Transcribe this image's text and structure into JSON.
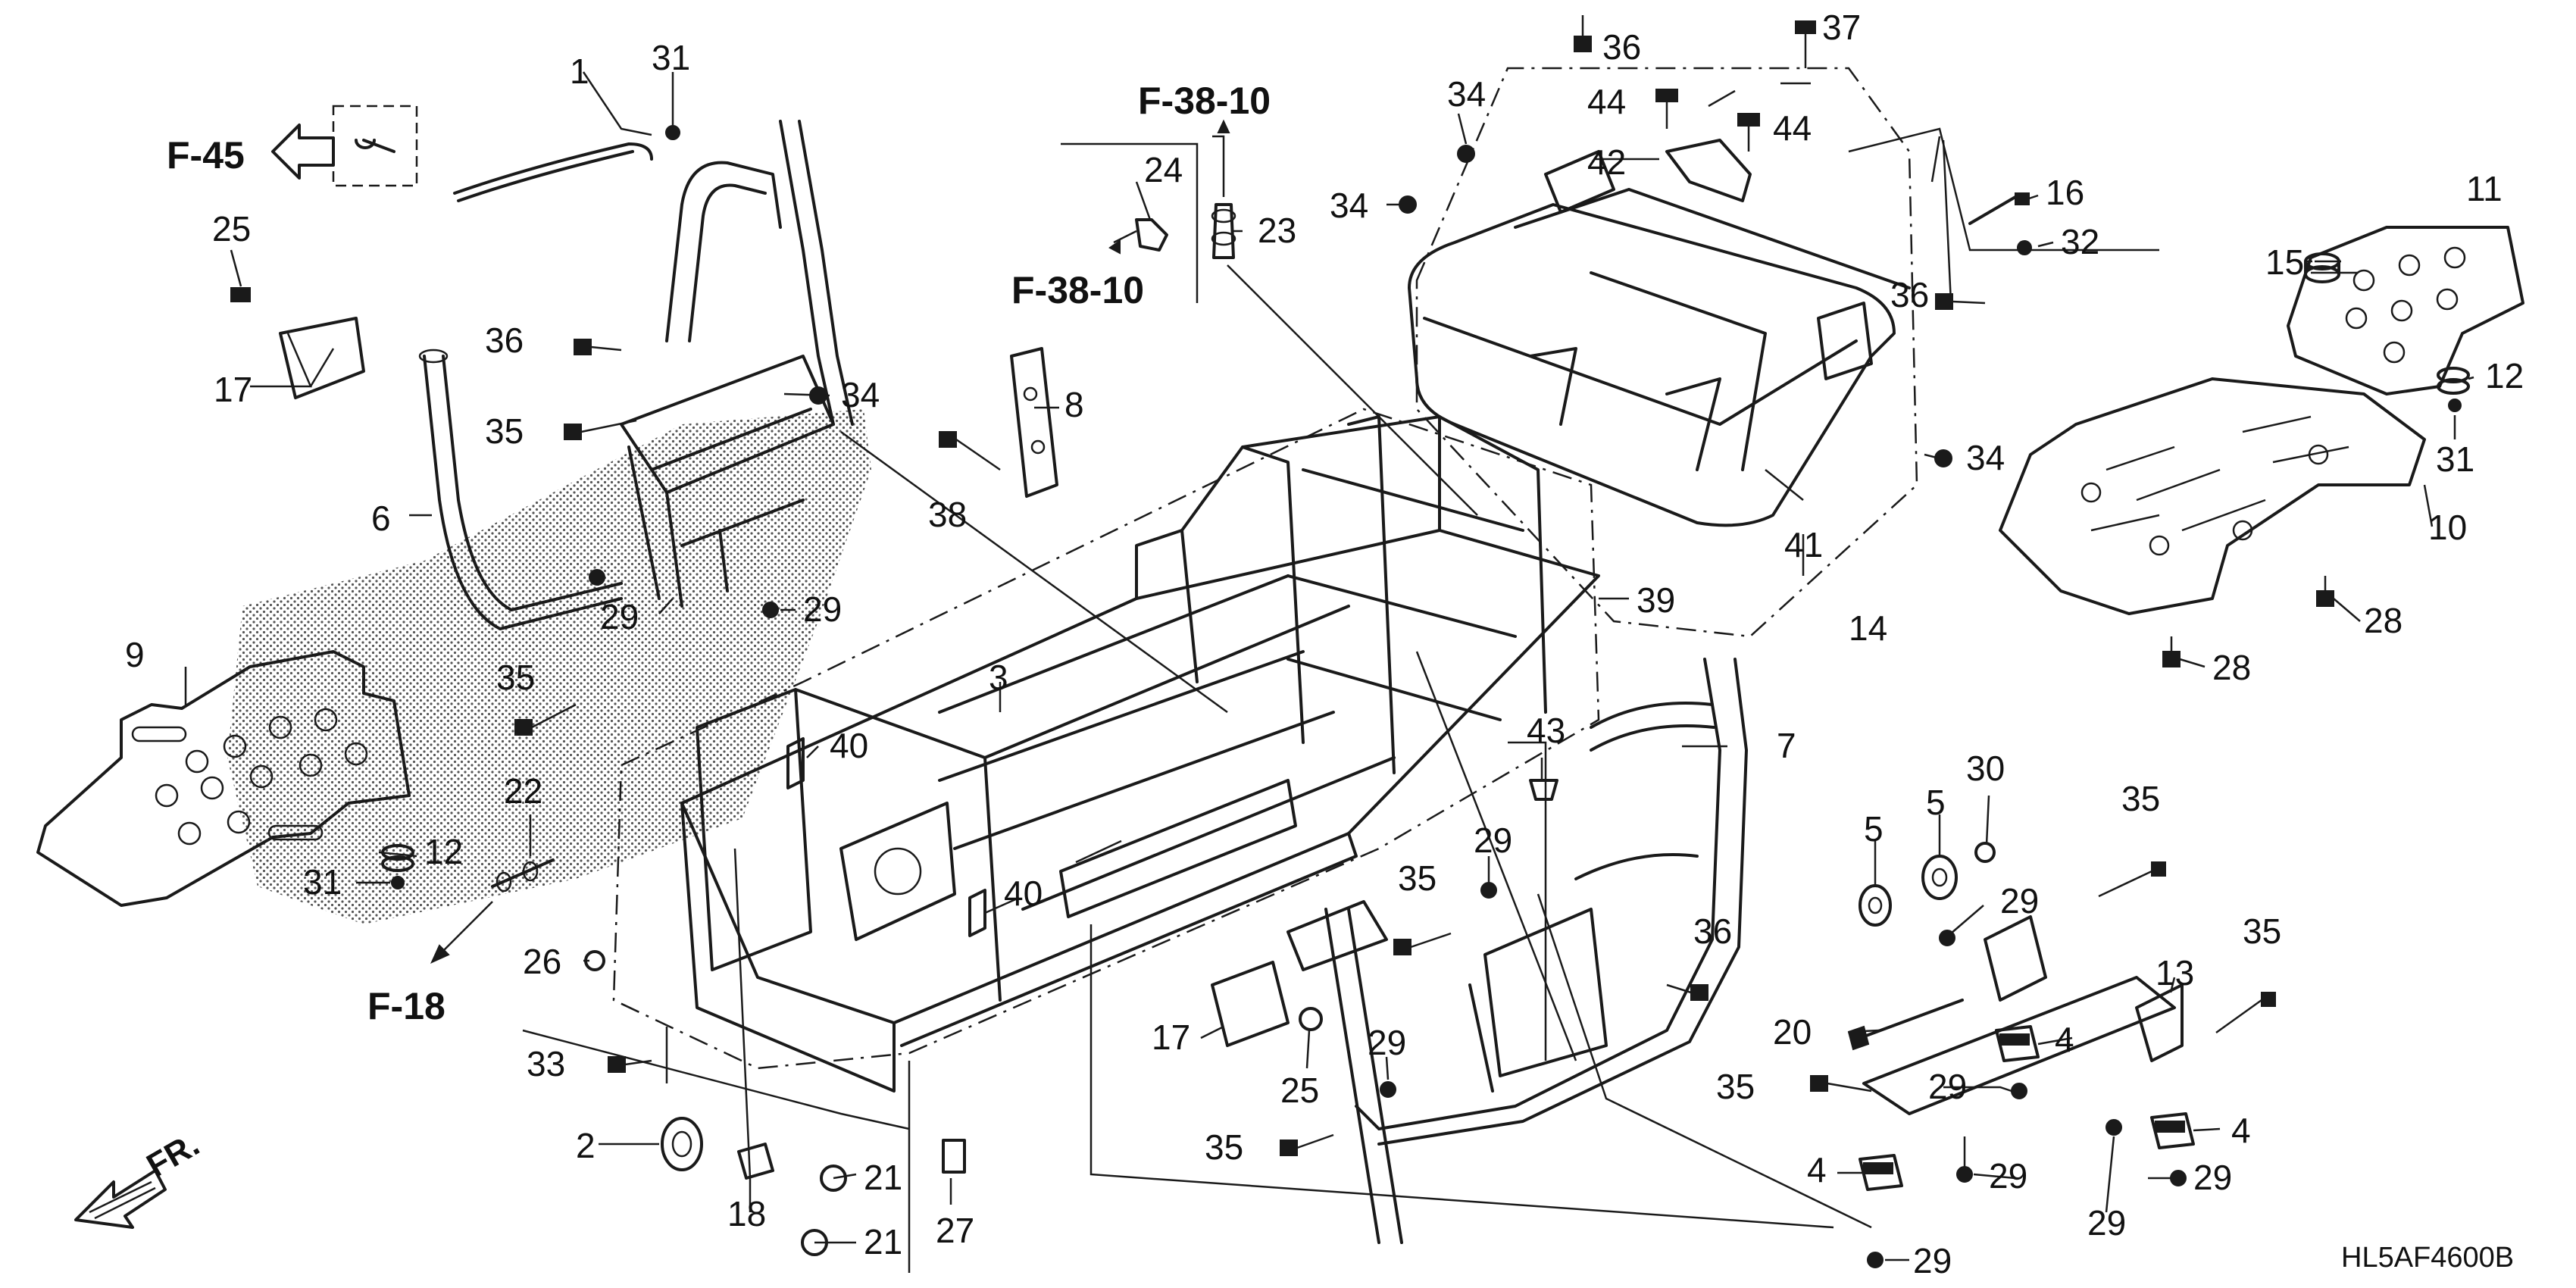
{
  "diagram": {
    "labels": {
      "p1": "1",
      "p2": "2",
      "p3": "3",
      "p4a": "4",
      "p4b": "4",
      "p4c": "4",
      "p5a": "5",
      "p5b": "5",
      "p6": "6",
      "p7": "7",
      "p8": "8",
      "p9": "9",
      "p10": "10",
      "p11": "11",
      "p12a": "12",
      "p12b": "12",
      "p13": "13",
      "p14": "14",
      "p15": "15",
      "p16": "16",
      "p17a": "17",
      "p17b": "17",
      "p18": "18",
      "p20": "20",
      "p21a": "21",
      "p21b": "21",
      "p22": "22",
      "p23": "23",
      "p24": "24",
      "p25a": "25",
      "p25b": "25",
      "p26": "26",
      "p27": "27",
      "p28a": "28",
      "p28b": "28",
      "p29a": "29",
      "p29b": "29",
      "p29c": "29",
      "p29d": "29",
      "p29e": "29",
      "p29f": "29",
      "p29g": "29",
      "p29h": "29",
      "p29i": "29",
      "p30": "30",
      "p31a": "31",
      "p31b": "31",
      "p31c": "31",
      "p32": "32",
      "p33": "33",
      "p34a": "34",
      "p34b": "34",
      "p34c": "34",
      "p34d": "34",
      "p35a": "35",
      "p35b": "35",
      "p35c": "35",
      "p35d": "35",
      "p35e": "35",
      "p35f": "35",
      "p35g": "35",
      "p36a": "36",
      "p36b": "36",
      "p36c": "36",
      "p36d": "36",
      "p37": "37",
      "p38": "38",
      "p39": "39",
      "p40a": "40",
      "p40b": "40",
      "p41": "41",
      "p42": "42",
      "p43": "43",
      "p44a": "44",
      "p44b": "44"
    },
    "refs": {
      "f45": "F-45",
      "f3810a": "F-38-10",
      "f3810b": "F-38-10",
      "f18": "F-18"
    },
    "front_label": "FR.",
    "drawing_code": "HL5AF4600B"
  }
}
